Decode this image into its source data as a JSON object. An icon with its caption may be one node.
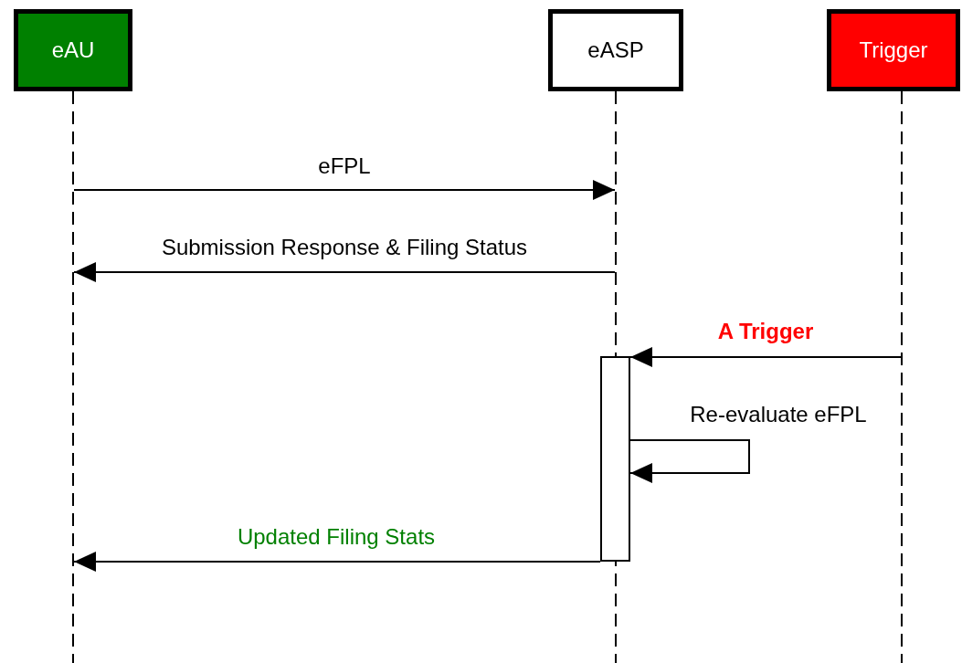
{
  "diagram": {
    "nodes": [
      {
        "text": [
          "eAU"
        ]
      },
      {
        "text": [
          "eASP"
        ]
      },
      {
        "text": [
          "Trigger"
        ]
      },
      {
        "text": [],
        "shape": "line"
      },
      {
        "text": [],
        "shape": "line"
      },
      {
        "text": [],
        "shape": "line"
      },
      {
        "text": [],
        "shape": "bar"
      }
    ],
    "edges": [
      {
        "from": 3,
        "to": 4,
        "arrow": "to",
        "label": "eFPL"
      },
      {
        "from": 4,
        "to": 3,
        "arrow": "to",
        "label": "Submission Response & Filing Status"
      },
      {
        "from": 5,
        "to": 6,
        "arrow": "to",
        "label": "A Trigger"
      },
      {
        "from": 6,
        "to": 6,
        "arrow": "to",
        "label": "Re-evaluate eFPL"
      },
      {
        "from": 6,
        "to": 3,
        "arrow": "to",
        "label": "Updated Filing Stats"
      }
    ]
  }
}
